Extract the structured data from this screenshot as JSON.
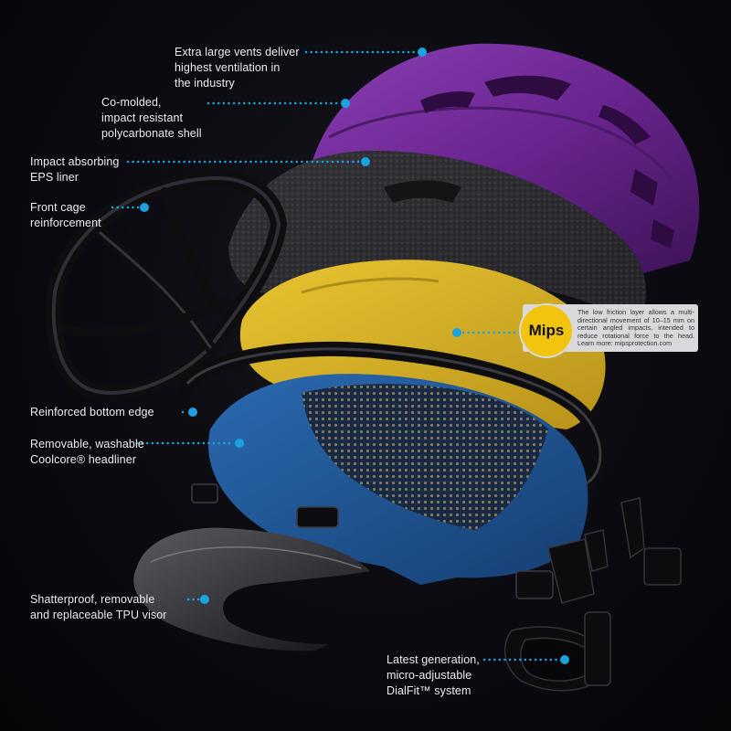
{
  "accent_color": "#1aa3e0",
  "callouts": {
    "vents": [
      "Extra large vents deliver",
      "highest ventilation in",
      "the industry"
    ],
    "shell": [
      "Co-molded,",
      "impact resistant",
      "polycarbonate shell"
    ],
    "eps": [
      "Impact absorbing",
      "EPS liner"
    ],
    "cage": [
      "Front cage",
      "reinforcement"
    ],
    "bottom_edge": [
      "Reinforced bottom edge"
    ],
    "headliner": [
      "Removable, washable",
      "Coolcore® headliner"
    ],
    "visor": [
      "Shatterproof, removable",
      "and replaceable TPU visor"
    ],
    "dialfit": [
      "Latest generation,",
      "micro-adjustable",
      "DialFit™ system"
    ]
  },
  "mips": {
    "badge": "Mips",
    "description": "The low friction layer allows a multi-directional movement of 10–15 mm on certain angled impacts, intended to reduce rotational force to the head. Learn more: mipsprotection.com"
  }
}
